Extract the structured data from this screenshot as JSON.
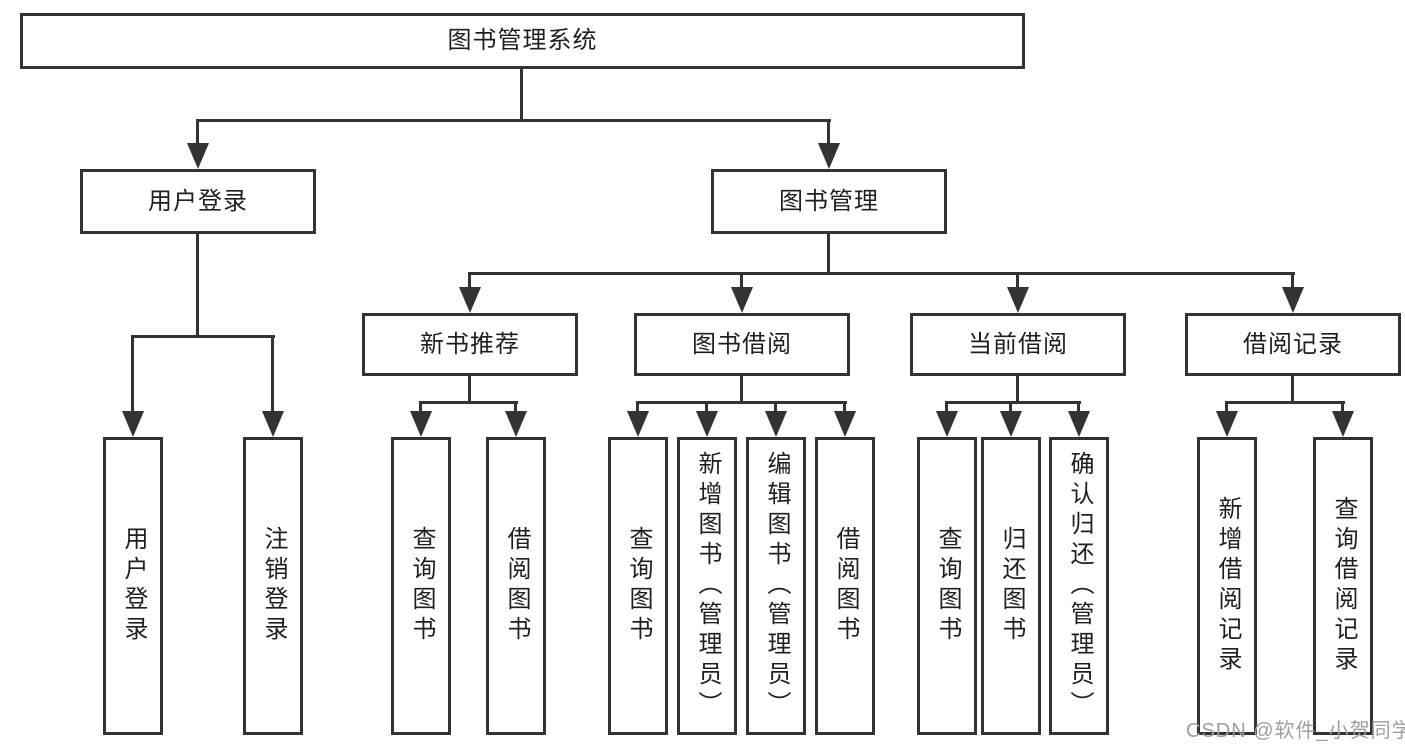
{
  "diagram": {
    "type": "tree",
    "background": "#ffffff",
    "line_color": "#333333",
    "text_color": "#1f1f1f",
    "nodes": {
      "root": {
        "label": "图书管理系统"
      },
      "user_login": {
        "label": "用户登录"
      },
      "book_mgmt": {
        "label": "图书管理"
      },
      "new_book": {
        "label": "新书推荐"
      },
      "book_borrow": {
        "label": "图书借阅"
      },
      "current_borrow": {
        "label": "当前借阅"
      },
      "borrow_record": {
        "label": "借阅记录"
      },
      "ul_login": {
        "label": "用户登录"
      },
      "ul_logout": {
        "label": "注销登录"
      },
      "nb_query": {
        "label": "查询图书"
      },
      "nb_borrow": {
        "label": "借阅图书"
      },
      "bb_query": {
        "label": "查询图书"
      },
      "bb_add": {
        "label": "新增图书（管理员）"
      },
      "bb_edit": {
        "label": "编辑图书（管理员）"
      },
      "bb_borrow": {
        "label": "借阅图书"
      },
      "cb_query": {
        "label": "查询图书"
      },
      "cb_return": {
        "label": "归还图书"
      },
      "cb_confirm": {
        "label": "确认归还（管理员）"
      },
      "br_add": {
        "label": "新增借阅记录"
      },
      "br_query": {
        "label": "查询借阅记录"
      }
    },
    "hierarchy": {
      "图书管理系统": {
        "用户登录": [
          "用户登录",
          "注销登录"
        ],
        "图书管理": {
          "新书推荐": [
            "查询图书",
            "借阅图书"
          ],
          "图书借阅": [
            "查询图书",
            "新增图书（管理员）",
            "编辑图书（管理员）",
            "借阅图书"
          ],
          "当前借阅": [
            "查询图书",
            "归还图书",
            "确认归还（管理员）"
          ],
          "借阅记录": [
            "新增借阅记录",
            "查询借阅记录"
          ]
        }
      }
    },
    "watermark": {
      "text": "CSDN @软件_小贺同学",
      "color": "#9e9e9e"
    }
  }
}
